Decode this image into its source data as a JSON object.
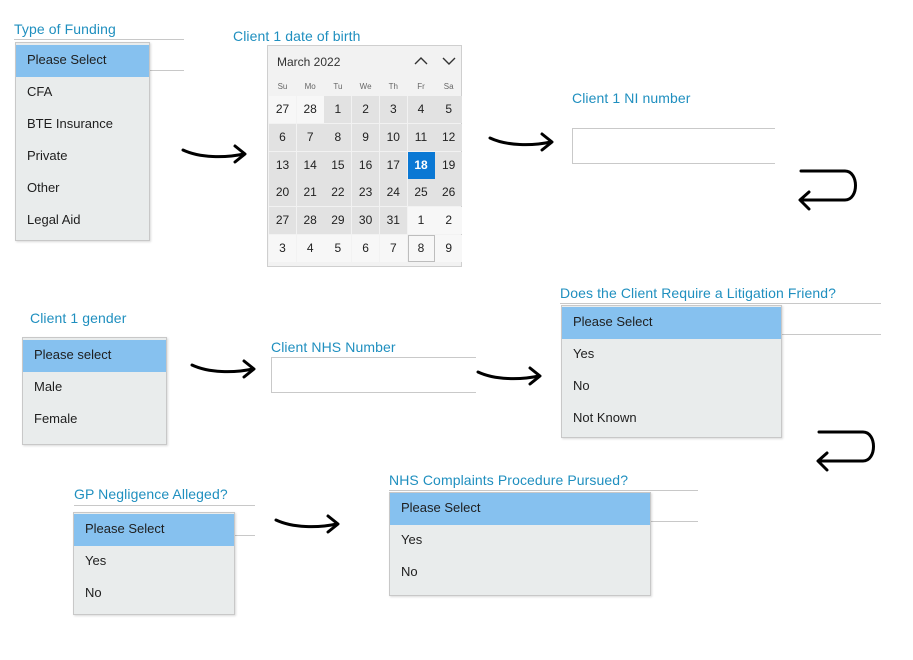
{
  "funding": {
    "label": "Type of Funding",
    "options": [
      "Please Select",
      "CFA",
      "BTE Insurance",
      "Private",
      "Other",
      "Legal Aid"
    ],
    "selected_index": 0
  },
  "dob": {
    "label": "Client 1 date of birth",
    "calendar": {
      "month_label": "March 2022",
      "weekdays": [
        "Su",
        "Mo",
        "Tu",
        "We",
        "Th",
        "Fr",
        "Sa"
      ],
      "weeks": [
        [
          "27",
          "28",
          "1",
          "2",
          "3",
          "4",
          "5"
        ],
        [
          "6",
          "7",
          "8",
          "9",
          "10",
          "11",
          "12"
        ],
        [
          "13",
          "14",
          "15",
          "16",
          "17",
          "18",
          "19"
        ],
        [
          "20",
          "21",
          "22",
          "23",
          "24",
          "25",
          "26"
        ],
        [
          "27",
          "28",
          "29",
          "30",
          "31",
          "1",
          "2"
        ],
        [
          "3",
          "4",
          "5",
          "6",
          "7",
          "8",
          "9"
        ]
      ],
      "today": "18"
    }
  },
  "ni_number": {
    "label": "Client 1 NI number",
    "value": ""
  },
  "gender": {
    "label": "Client 1 gender",
    "options": [
      "Please select",
      "Male",
      "Female"
    ],
    "selected_index": 0
  },
  "nhs_number": {
    "label": "Client NHS Number",
    "value": ""
  },
  "litigation_friend": {
    "label": "Does the Client Require a Litigation Friend?",
    "options": [
      "Please Select",
      "Yes",
      "No",
      "Not Known"
    ],
    "selected_index": 0
  },
  "gp_negligence": {
    "label": "GP Negligence Alleged?",
    "options": [
      "Please Select",
      "Yes",
      "No"
    ],
    "selected_index": 0
  },
  "nhs_complaints": {
    "label": "NHS Complaints Procedure Pursued?",
    "options": [
      "Please Select",
      "Yes",
      "No"
    ],
    "selected_index": 0
  },
  "colors": {
    "label_text": "#1f8fbf",
    "selected_option": "#86c1ef",
    "dropdown_bg": "#e9ecec",
    "calendar_today": "#0a78d4"
  },
  "icons": {
    "flow_arrow": "curved-right-arrow-icon",
    "return_arrow": "return-arrow-icon",
    "prev_month": "chevron-up-icon",
    "next_month": "chevron-down-icon"
  }
}
